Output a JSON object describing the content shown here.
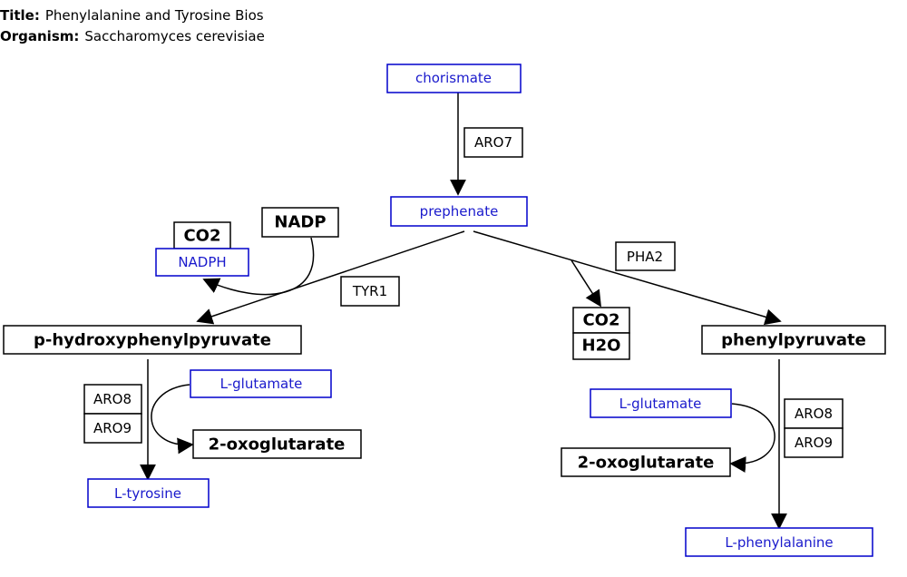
{
  "header": {
    "title_label": "Title:",
    "title_value": "Phenylalanine and Tyrosine Bios",
    "organism_label": "Organism:",
    "organism_value": "Saccharomyces cerevisiae"
  },
  "nodes": {
    "chorismate": "chorismate",
    "prephenate": "prephenate",
    "aro7": "ARO7",
    "pha2": "PHA2",
    "tyr1": "TYR1",
    "nadp": "NADP",
    "co2_left": "CO2",
    "nadph": "NADPH",
    "co2_mid": "CO2",
    "h2o": "H2O",
    "hpp": "p-hydroxyphenylpyruvate",
    "phenylpyruvate": "phenylpyruvate",
    "glu_left": "L-glutamate",
    "oxo_left": "2-oxoglutarate",
    "aro8_left": "ARO8",
    "aro9_left": "ARO9",
    "tyrosine": "L-tyrosine",
    "glu_right": "L-glutamate",
    "oxo_right": "2-oxoglutarate",
    "aro8_right": "ARO8",
    "aro9_right": "ARO9",
    "phenylalanine": "L-phenylalanine"
  },
  "colors": {
    "metabolite_blue": "#0000cc",
    "black": "#000000"
  }
}
